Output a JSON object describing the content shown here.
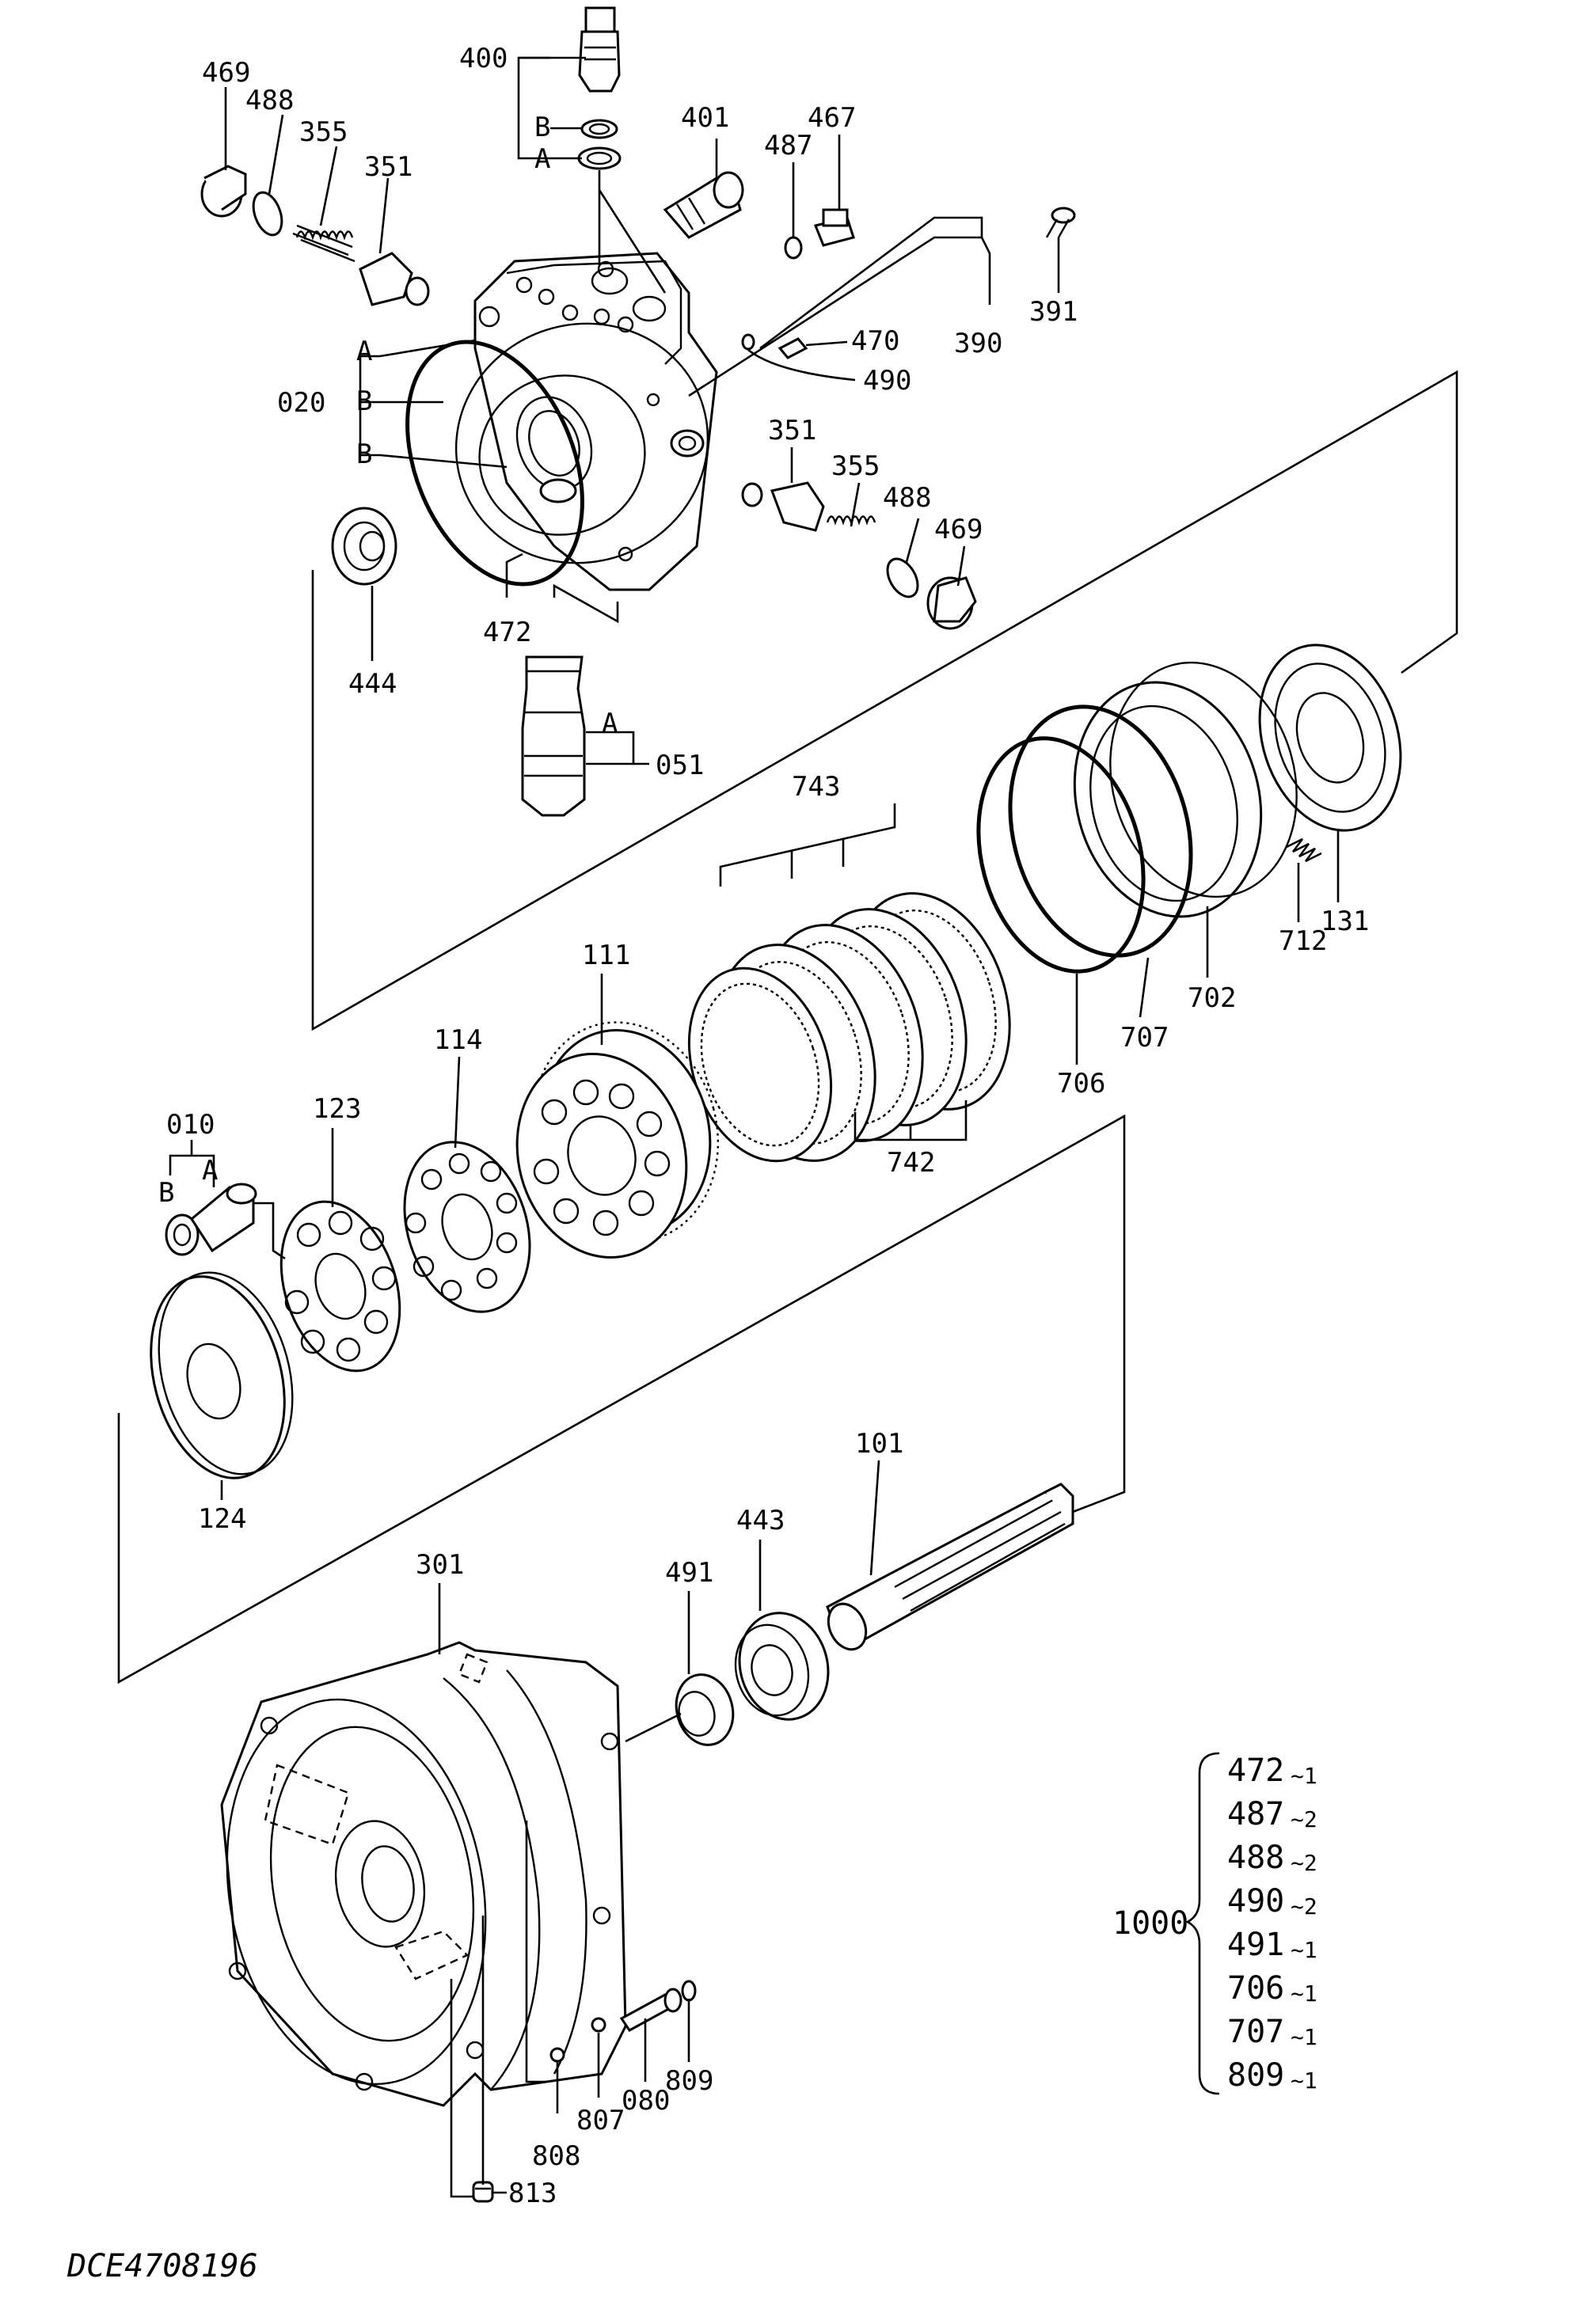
{
  "labels": {
    "p469a": "469",
    "p488a": "488",
    "p355a": "355",
    "p351a": "351",
    "p400": "400",
    "pB1": "B",
    "pA1": "A",
    "p401": "401",
    "p487": "487",
    "p467": "467",
    "p391": "391",
    "p390": "390",
    "p470": "470",
    "p490": "490",
    "pA2": "A",
    "p020": "020",
    "pB2": "B",
    "pB3": "B",
    "p351b": "351",
    "p355b": "355",
    "p488b": "488",
    "p469b": "469",
    "p472": "472",
    "p444": "444",
    "p051": "051",
    "pA3": "A",
    "p743": "743",
    "p111": "111",
    "p114": "114",
    "p123": "123",
    "p010": "010",
    "pA4": "A",
    "pB4": "B",
    "p706": "706",
    "p707": "707",
    "p702": "702",
    "p712": "712",
    "p131": "131",
    "p742": "742",
    "p124": "124",
    "p101": "101",
    "p443": "443",
    "p491": "491",
    "p301": "301",
    "p809": "809",
    "p080": "080",
    "p807": "807",
    "p808": "808",
    "p813": "813"
  },
  "kit": {
    "label": "1000",
    "items": [
      {
        "part": "472",
        "qty": "~1"
      },
      {
        "part": "487",
        "qty": "~2"
      },
      {
        "part": "488",
        "qty": "~2"
      },
      {
        "part": "490",
        "qty": "~2"
      },
      {
        "part": "491",
        "qty": "~1"
      },
      {
        "part": "706",
        "qty": "~1"
      },
      {
        "part": "707",
        "qty": "~1"
      },
      {
        "part": "809",
        "qty": "~1"
      }
    ]
  },
  "drawing_code": "DCE4708196"
}
